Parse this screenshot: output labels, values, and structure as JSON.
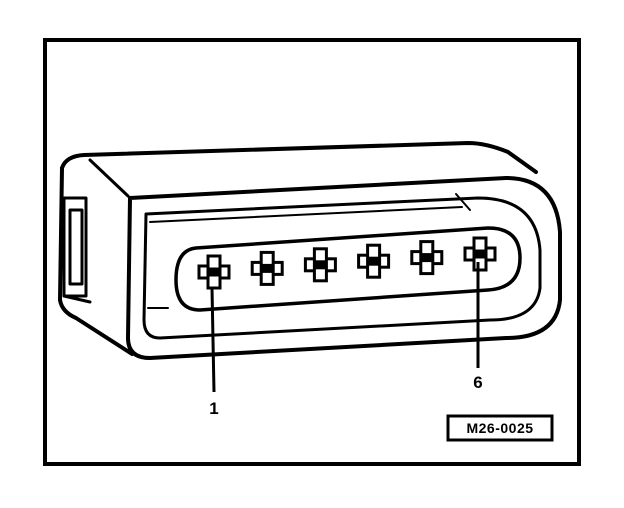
{
  "figure": {
    "callouts": {
      "pin_first": "1",
      "pin_last": "6"
    },
    "reference_code": "M26-0025",
    "pin_count": 6,
    "colors": {
      "line": "#000000",
      "background": "#ffffff"
    }
  }
}
